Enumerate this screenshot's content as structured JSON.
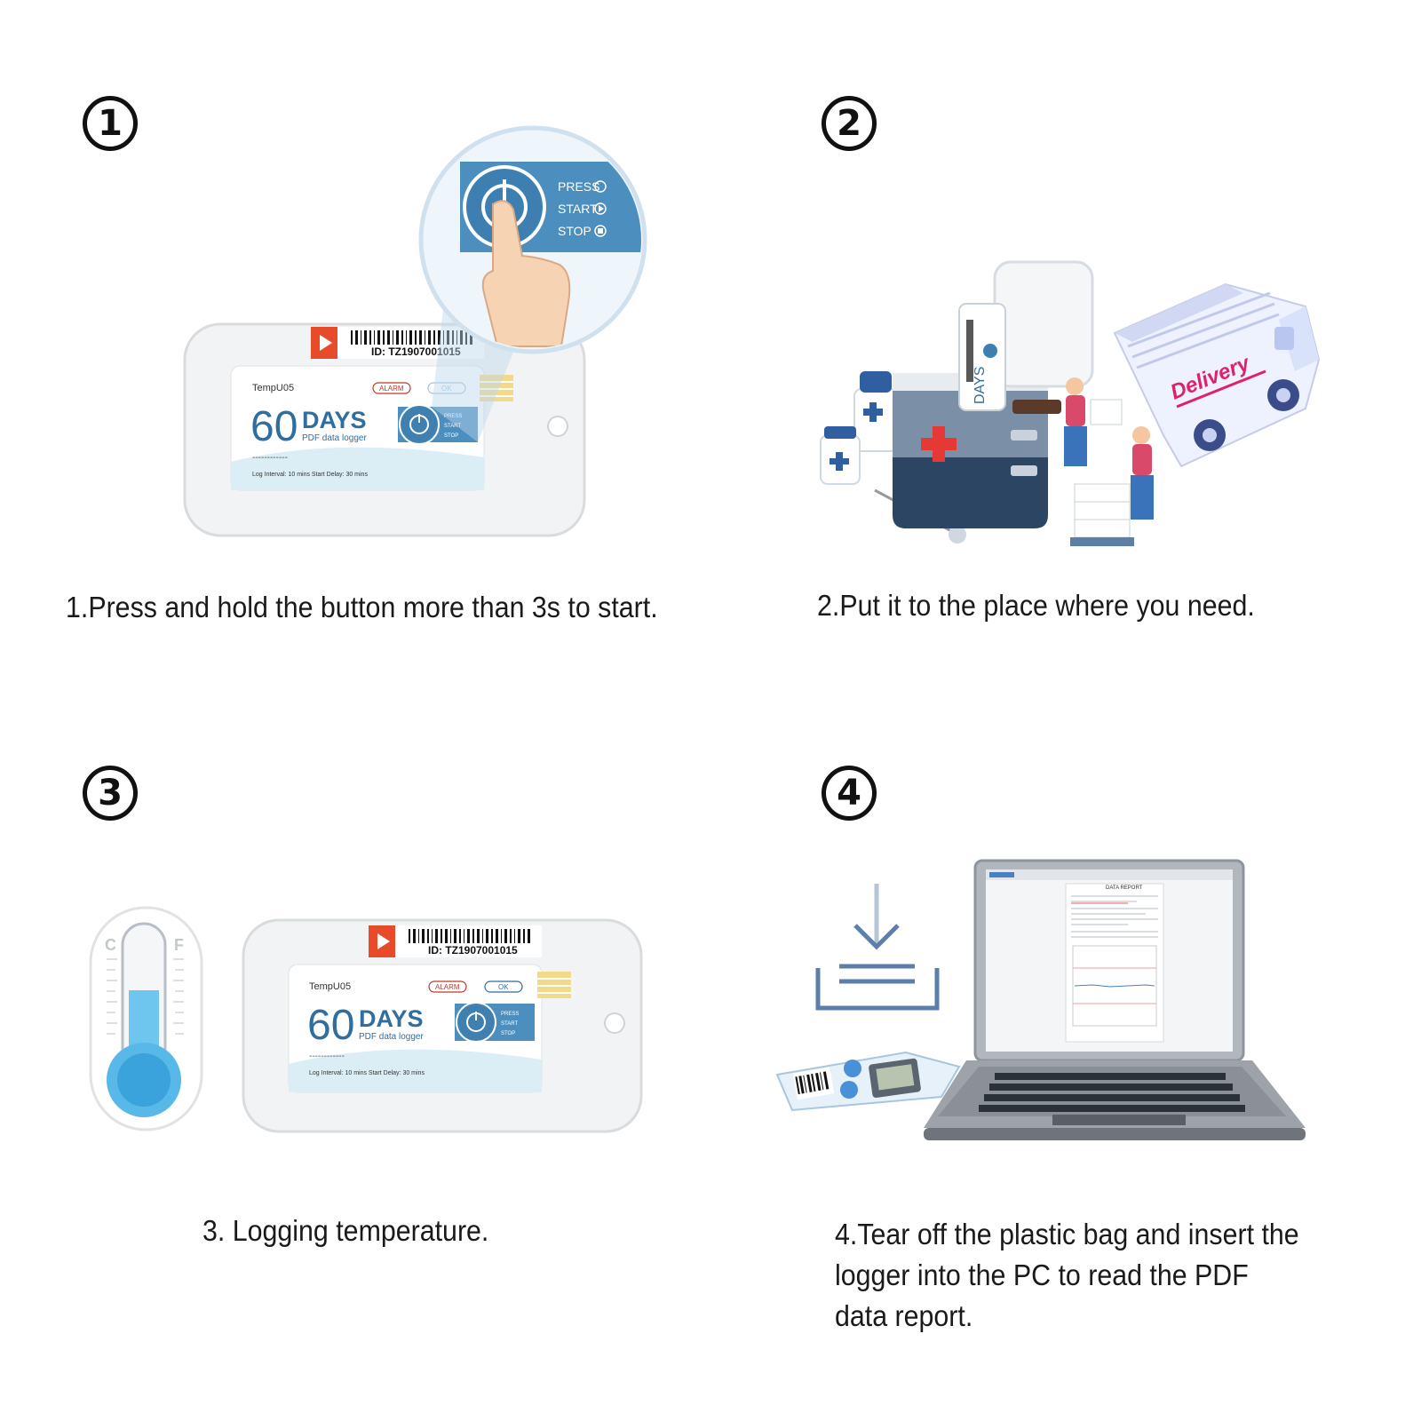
{
  "steps": [
    {
      "number": "1",
      "caption": "1.Press and hold the button more than 3s to start."
    },
    {
      "number": "2",
      "caption": "2.Put it to the place where you need."
    },
    {
      "number": "3",
      "caption": "3. Logging temperature."
    },
    {
      "number": "4",
      "caption_lines": [
        "4.Tear off the plastic bag and insert the",
        "logger into the PC to read the PDF",
        "data report."
      ]
    }
  ],
  "device": {
    "model": "TempU05",
    "headline_number": "60",
    "headline_word": "DAYS",
    "subtitle": "PDF data logger",
    "alarm_label": "ALARM",
    "ok_label": "OK",
    "id_text": "ID: TZ1907001015",
    "dash_line": "------------",
    "footer": "Log Interval: 10 mins   Start Delay: 30 mins",
    "button_labels": [
      "PRESS",
      "START",
      "STOP"
    ]
  },
  "zoom_panel": {
    "labels": [
      "PRESS",
      "START",
      "STOP"
    ]
  },
  "delivery_van_text": "Delivery",
  "thermometer": {
    "left_scale": "C",
    "right_scale": "F"
  },
  "laptop_report_title": "DATA REPORT",
  "colors": {
    "accent_blue": "#3d7fb0",
    "brand_red": "#e84b2a",
    "teal": "#4aa3c8",
    "pink": "#e0206a"
  },
  "icons": [
    "power-icon",
    "hand-pointer-icon",
    "play-icon",
    "stop-icon",
    "download-icon",
    "delivery-van-icon",
    "medical-kit-icon",
    "syringe-icon",
    "thermometer-icon",
    "laptop-icon"
  ]
}
